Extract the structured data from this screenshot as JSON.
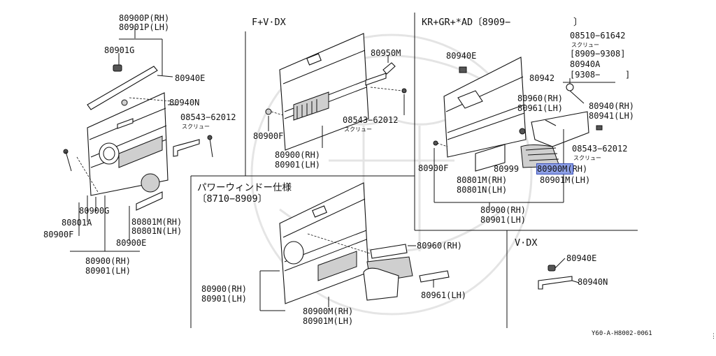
{
  "sections": {
    "fv_dx": "F+V·DX",
    "kr_gr_ad": "KR+GR+*AD〔8909−",
    "kr_gr_ad_close": "〕",
    "power_window": "パワーウィンドー仕様",
    "power_window_range": "〔8710−8909〕",
    "v_dx": "V·DX"
  },
  "labels": {
    "p80900P": "80900P(RH)",
    "p80901P": "80901P(LH)",
    "p80901G": "80901G",
    "p80940E_a": "80940E",
    "p80940N_a": "80940N",
    "p08543_a": "08543−62012",
    "screw_a": "スクリュー",
    "p80900G": "80900G",
    "p80801A": "80801A",
    "p80900F_a": "80900F",
    "p80801M_a": "80801M(RH)",
    "p80801N_a": "80801N(LH)",
    "p80900E": "80900E",
    "p80900_a": "80900(RH)",
    "p80901_a": "80901(LH)",
    "p80950M": "80950M",
    "p08543_b": "08543−62012",
    "screw_b": "スクリュー",
    "p80900F_b": "80900F",
    "p80900_b": "80900(RH)",
    "p80901_b": "80901(LH)",
    "p80940E_c": "80940E",
    "p08510": "08510−61642",
    "screw_c": "スクリュー",
    "r8909": "[8909−9308]",
    "p80940A": "80940A",
    "r9308": "[9308−",
    "r9308_close": "]",
    "p80942": "80942",
    "p80960_c": "80960(RH)",
    "p80961_c": "80961(LH)",
    "p80940_rh": "80940(RH)",
    "p80941_lh": "80941(LH)",
    "p08543_c": "08543−62012",
    "screw_d": "スクリュー",
    "p80900F_c": "80900F",
    "p80999": "80999",
    "p80900M_hl": "80900M(",
    "p80900M_hl_rest": "RH)",
    "p80901M_c": "80901M(LH)",
    "p80801M_c": "80801M(RH)",
    "p80801N_c": "80801N(LH)",
    "p80900_c": "80900(RH)",
    "p80901_c": "80901(LH)",
    "p80960_d": "80960(RH)",
    "p80900_d": "80900(RH)",
    "p80901_d": "80901(LH)",
    "p80961_d": "80961(LH)",
    "p80900M_d": "80900M(RH)",
    "p80901M_d": "80901M(LH)",
    "p80940E_v": "80940E",
    "p80940N_v": "80940N"
  },
  "footer": {
    "code": "Y60-A-H8002-0061"
  }
}
